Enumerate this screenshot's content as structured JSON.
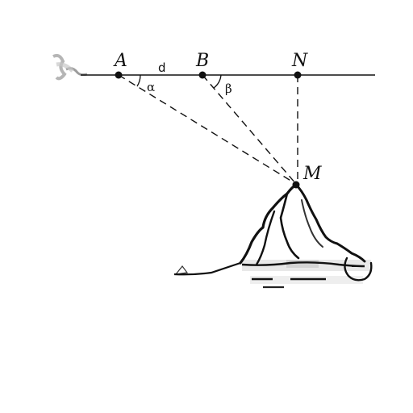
{
  "figure": {
    "points": {
      "A": "A",
      "B": "B",
      "N": "N",
      "M": "M"
    },
    "segment_label": "d",
    "angle_labels": {
      "alpha": "α",
      "beta": "β"
    }
  },
  "colors": {
    "ink": "#111111",
    "mountain_shade": "#9a9a9a"
  }
}
